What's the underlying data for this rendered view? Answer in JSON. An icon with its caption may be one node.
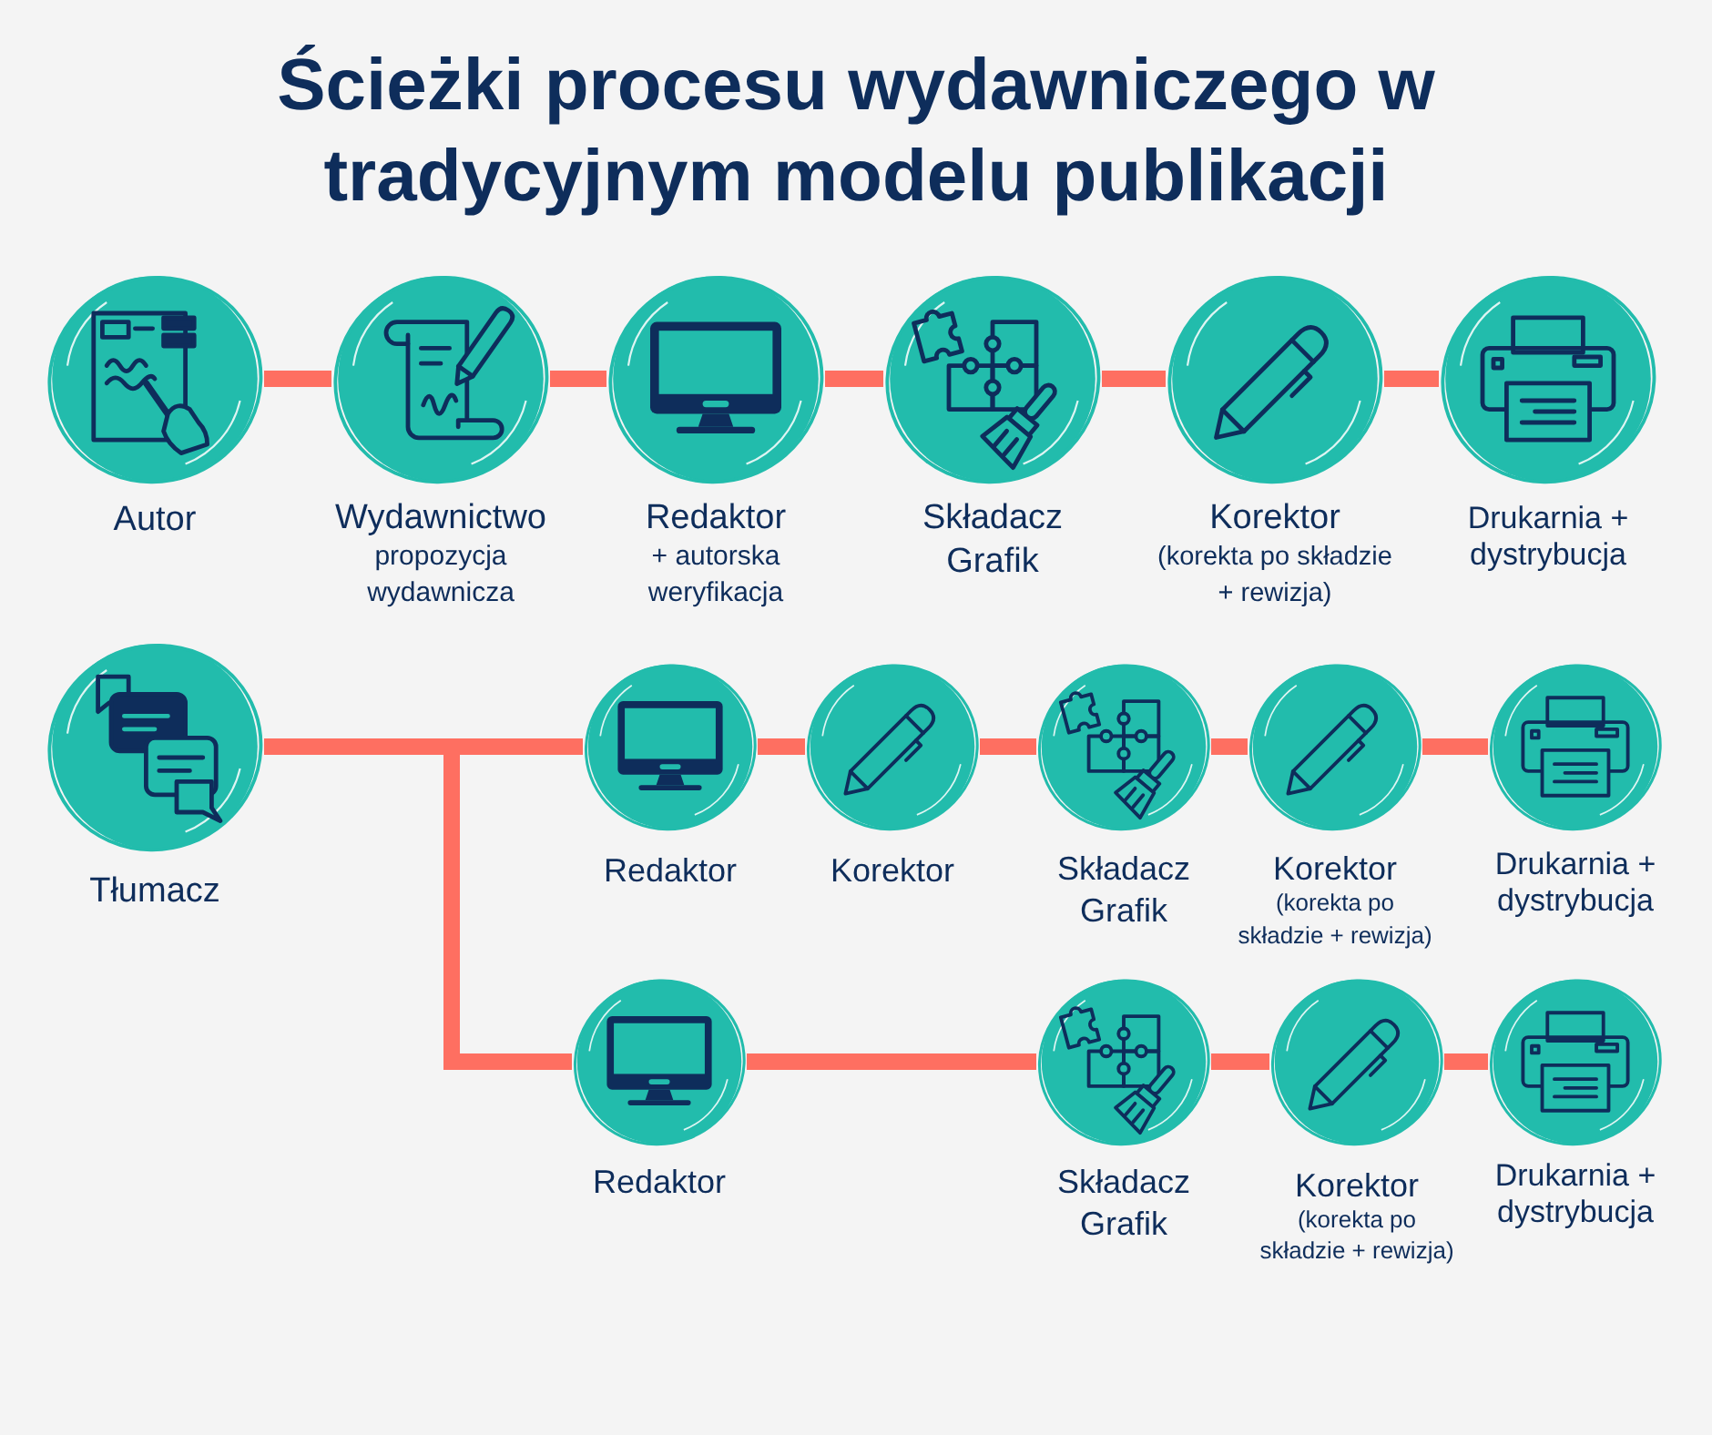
{
  "diagram": {
    "title": "Ścieżki procesu wydawniczego w tradycyjnym modelu publikacji",
    "nodes": [
      {
        "text": [
          "Autor"
        ]
      },
      {
        "text": [
          "Wydawnictwo",
          "propozycja wydawnicza"
        ]
      },
      {
        "text": [
          "Redaktor",
          "+ autorska weryfikacja"
        ]
      },
      {
        "text": [
          "Składacz Grafik"
        ]
      },
      {
        "text": [
          "Korektor",
          "(korekta po składzie + rewizja)"
        ]
      },
      {
        "text": [
          "Drukarnia + dystrybucja"
        ]
      },
      {
        "text": [
          "Tłumacz"
        ]
      },
      {
        "text": [
          "Redaktor"
        ]
      },
      {
        "text": [
          "Korektor"
        ]
      },
      {
        "text": [
          "Składacz Grafik"
        ]
      },
      {
        "text": [
          "Korektor",
          "(korekta po składzie + rewizja)"
        ]
      },
      {
        "text": [
          "Drukarnia + dystrybucja"
        ]
      },
      {
        "text": [
          "Redaktor"
        ]
      },
      {
        "text": [
          "Składacz Grafik"
        ]
      },
      {
        "text": [
          "Korektor",
          "(korekta po składzie + rewizja)"
        ]
      },
      {
        "text": [
          "Drukarnia + dystrybucja"
        ]
      }
    ],
    "edges": [
      {
        "from": 0,
        "to": 1,
        "arrow": "none"
      },
      {
        "from": 1,
        "to": 2,
        "arrow": "none"
      },
      {
        "from": 2,
        "to": 3,
        "arrow": "none"
      },
      {
        "from": 3,
        "to": 4,
        "arrow": "none"
      },
      {
        "from": 4,
        "to": 5,
        "arrow": "none"
      },
      {
        "from": 6,
        "to": 7,
        "arrow": "none"
      },
      {
        "from": 6,
        "to": 12,
        "arrow": "none"
      },
      {
        "from": 7,
        "to": 8,
        "arrow": "none"
      },
      {
        "from": 8,
        "to": 9,
        "arrow": "none"
      },
      {
        "from": 9,
        "to": 10,
        "arrow": "none"
      },
      {
        "from": 10,
        "to": 11,
        "arrow": "none"
      },
      {
        "from": 12,
        "to": 13,
        "arrow": "none"
      },
      {
        "from": 13,
        "to": 14,
        "arrow": "none"
      },
      {
        "from": 14,
        "to": 15,
        "arrow": "none"
      }
    ]
  }
}
